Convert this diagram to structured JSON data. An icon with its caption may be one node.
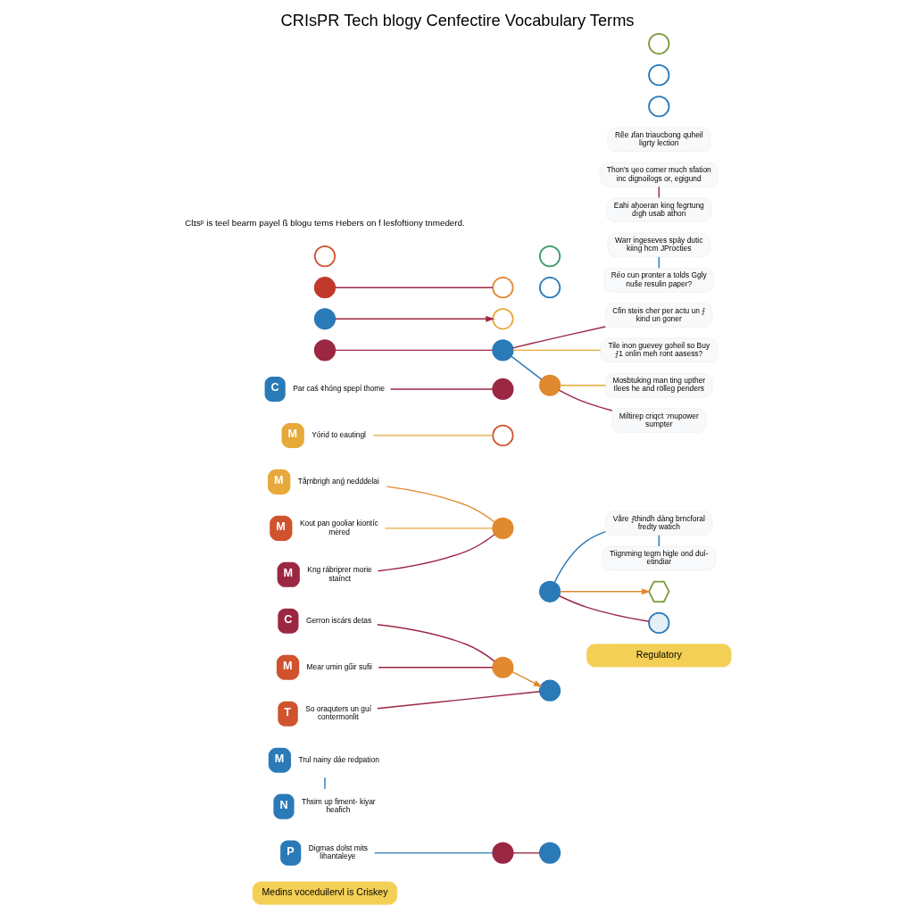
{
  "diagram": {
    "title": "CRIsPR Tech blogy Cenfectire Vocabulary Terms",
    "nodes": [
      {
        "text": [
          "Medins voceduilervl is Criskey"
        ]
      },
      {
        "text": [
          "Regulatory"
        ]
      },
      {
        "text": [
          "P"
        ],
        "beside": [
          "Digmas dolst mits lihantaleye"
        ]
      },
      {
        "text": [
          "M"
        ],
        "beside": [
          "Trul nainy dáe redpation"
        ]
      },
      {
        "text": [
          "N"
        ],
        "beside": [
          "Thsim up fiment- kiyar heafich"
        ]
      },
      {
        "text": [
          "C"
        ],
        "beside": [
          "Gerron iscárs detas"
        ]
      },
      {
        "text": [
          "M"
        ],
        "beside": [
          "Mear umin gűir sufii"
        ]
      },
      {
        "text": [
          "M"
        ],
        "beside": [
          "Tåŗnbrigh anǵ nedddelai"
        ]
      },
      {
        "text": [
          "M"
        ],
        "beside": [
          "Kout pan gooliar kiontíc mėred"
        ]
      },
      {
        "text": [
          "T"
        ],
        "beside": [
          "So oraquters un guí contermonlit"
        ]
      },
      {
        "text": [
          "M"
        ],
        "beside": [
          "Yórid to eautingl"
        ]
      },
      {
        "text": [
          "M"
        ],
        "beside": [
          "Kng rábriprer morie staínct"
        ]
      },
      {
        "text": [
          "C"
        ],
        "beside": [
          "Par caś ¢hóng spepí thome"
        ]
      },
      {
        "text": [
          "Våre ⨍thindh dàng brncforal fredty watich"
        ]
      },
      {
        "text": [
          "Mosbtuking man ting upther Ilees he and rölleg penders"
        ]
      },
      {
        "text": [
          "Tiignming tegm higle ond duí-etindiar"
        ]
      },
      {
        "text": [
          "Cfin steis cher per actu un ⨍ kind un goner"
        ]
      },
      {
        "text": [
          "Tile inon guevey goheil so Buy ⨍1 onlin meh ront aasess?"
        ]
      },
      {
        "text": [
          "Warr ingeseves spáy dutic kiing hcm JProcties"
        ]
      },
      {
        "text": [
          "Thon's ɥeo comer much sfation inc dignoilogs or, egigund"
        ]
      },
      {
        "text": [
          "Rẽe ɹfan triaucbong quheil ligrty lection"
        ]
      },
      {
        "text": [
          "Eahi ahoeran king fegrtung dı́gh usab athon"
        ]
      },
      {
        "text": [
          "Réo cun pronter a tolds Ggly nuše resulin paper?"
        ]
      },
      {
        "text": [
          "Miltirep criqct ⁊nupower sumpter"
        ]
      },
      {
        "text": [],
        "shape": "circle"
      },
      {
        "text": [],
        "shape": "circle"
      },
      {
        "text": [],
        "shape": "hexagon"
      },
      {
        "text": [],
        "shape": "circle"
      },
      {
        "text": [],
        "shape": "circle"
      },
      {
        "text": [],
        "shape": "circle"
      },
      {
        "text": [],
        "shape": "circle"
      },
      {
        "text": [],
        "shape": "circle"
      },
      {
        "text": [],
        "shape": "circle"
      },
      {
        "text": [],
        "shape": "circle"
      },
      {
        "text": [],
        "shape": "circle"
      },
      {
        "text": [],
        "shape": "circle"
      },
      {
        "text": [],
        "shape": "circle"
      },
      {
        "text": [],
        "shape": "circle"
      },
      {
        "text": [],
        "shape": "circle"
      },
      {
        "text": [],
        "shape": "circle"
      },
      {
        "text": [],
        "shape": "circle"
      },
      {
        "text": [],
        "shape": "circle"
      },
      {
        "text": [],
        "shape": "circle"
      },
      {
        "text": [],
        "shape": "circle"
      },
      {
        "text": [],
        "shape": "circle"
      },
      {
        "text": [],
        "shape": "circle"
      },
      {
        "text": [],
        "shape": "circle"
      }
    ],
    "edges": [
      {
        "from": 2,
        "to": 24,
        "arrow": "none",
        "color": "#2a7ab8"
      },
      {
        "from": 3,
        "to": 4,
        "arrow": "none",
        "color": "#2a7ab8"
      },
      {
        "from": 5,
        "to": 35,
        "arrow": "none"
      },
      {
        "from": 6,
        "to": 35,
        "arrow": "none"
      },
      {
        "from": 7,
        "to": 36,
        "arrow": "none",
        "color": "#e0892f"
      },
      {
        "from": 8,
        "to": 36,
        "arrow": "none",
        "color": "#e6a93a"
      },
      {
        "from": 9,
        "to": 40,
        "arrow": "none"
      },
      {
        "from": 10,
        "to": 44,
        "arrow": "none",
        "color": "#e6a93a"
      },
      {
        "from": 11,
        "to": 36,
        "arrow": "none"
      },
      {
        "from": 12,
        "to": 46,
        "arrow": "none"
      },
      {
        "from": 43,
        "to": 23,
        "arrow": "none"
      },
      {
        "from": 24,
        "to": 27,
        "arrow": "none"
      },
      {
        "from": 31,
        "to": 29,
        "arrow": "to"
      },
      {
        "from": 28,
        "to": 26,
        "arrow": "to",
        "color": "#e0892f"
      },
      {
        "from": 28,
        "to": 34,
        "arrow": "none"
      },
      {
        "from": 35,
        "to": 40,
        "arrow": "to",
        "color": "#e0892f"
      },
      {
        "from": 37,
        "to": 38,
        "arrow": "none"
      },
      {
        "from": 28,
        "to": 13,
        "arrow": "none",
        "color": "#2a7ab8"
      },
      {
        "from": 13,
        "to": 15,
        "arrow": "none",
        "color": "#2a7ab8"
      },
      {
        "from": 14,
        "to": 43,
        "arrow": "none",
        "color": "#e6a93a"
      },
      {
        "from": 32,
        "to": 16,
        "arrow": "none"
      },
      {
        "from": 32,
        "to": 17,
        "arrow": "none",
        "color": "#e6a93a"
      },
      {
        "from": 32,
        "to": 43,
        "arrow": "none",
        "color": "#2a7ab8"
      },
      {
        "from": 18,
        "to": 22,
        "arrow": "none",
        "color": "#2a7ab8"
      },
      {
        "from": 19,
        "to": 21,
        "arrow": "none"
      },
      {
        "from": 42,
        "to": 32,
        "arrow": "none"
      }
    ],
    "labels": [
      "Clɪsᵖ is teel bearm payel ß blogu tems Hebers on f lesfoftiony tnmederd."
    ]
  }
}
